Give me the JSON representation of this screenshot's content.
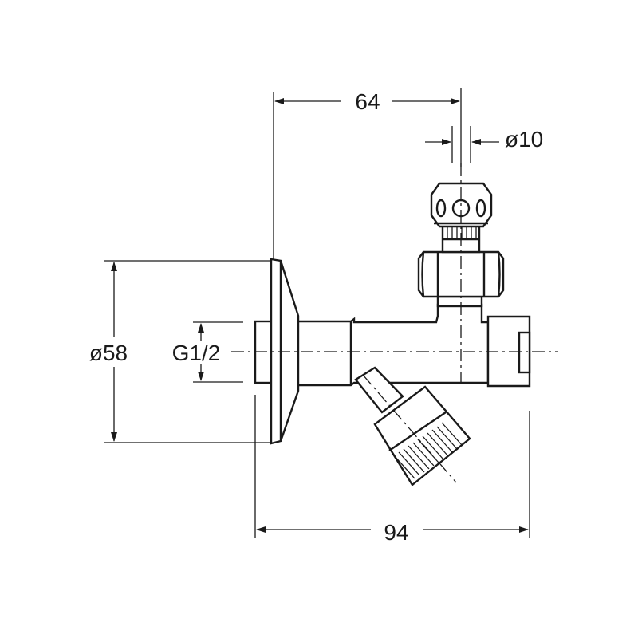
{
  "dimensions": {
    "width_64": "64",
    "spindle_dia": "ø10",
    "flange_dia": "ø58",
    "thread": "G1/2",
    "length_94": "94"
  },
  "colors": {
    "line": "#1a1a1a",
    "background": "#ffffff"
  }
}
